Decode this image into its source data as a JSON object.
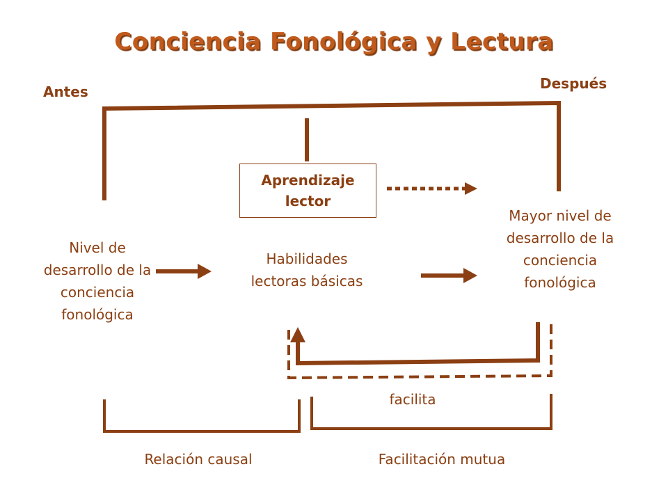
{
  "title": "Conciencia Fonológica y Lectura",
  "labels": {
    "antes": "Antes",
    "despues": "Después",
    "aprendizaje_lector": "Aprendizaje lector",
    "nivel_desarrollo": "Nivel de desarrollo de la conciencia fonológica",
    "habilidades": "Habilidades lectoras básicas",
    "mayor_nivel": "Mayor nivel de desarrollo de la conciencia fonológica",
    "facilita": "facilita",
    "relacion_causal": "Relación causal",
    "facilitacion_mutua": "Facilitación mutua"
  },
  "colors": {
    "line": "#8b3f12",
    "title": "#c05a1c",
    "title_shadow": "#7b3a10"
  }
}
